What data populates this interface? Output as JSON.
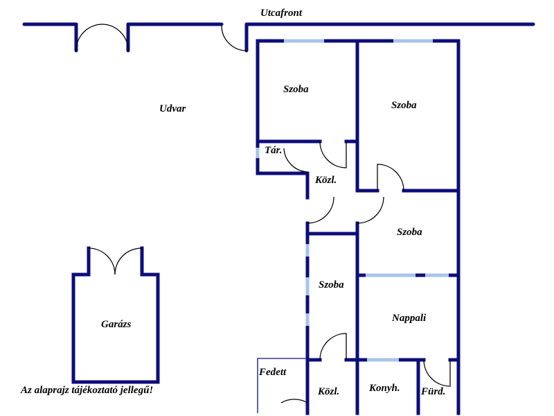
{
  "street": "Utcafront",
  "labels": {
    "courtyard": "Udvar",
    "room_top_left": "Szoba",
    "room_top_right": "Szoba",
    "storage": "Tár.",
    "corridor_top": "Közl.",
    "room_mid_right": "Szoba",
    "room_mid_left": "Szoba",
    "living_room": "Nappali",
    "garage": "Garázs",
    "covered": "Fedett",
    "corridor_bottom": "Közl.",
    "kitchen": "Konyh.",
    "bathroom": "Fürd."
  },
  "disclaimer": "Az alaprajz tájékoztató jellegű!",
  "colors": {
    "wall": "#0d0d7a",
    "window": "#a9c4e6",
    "door": "#000000"
  }
}
